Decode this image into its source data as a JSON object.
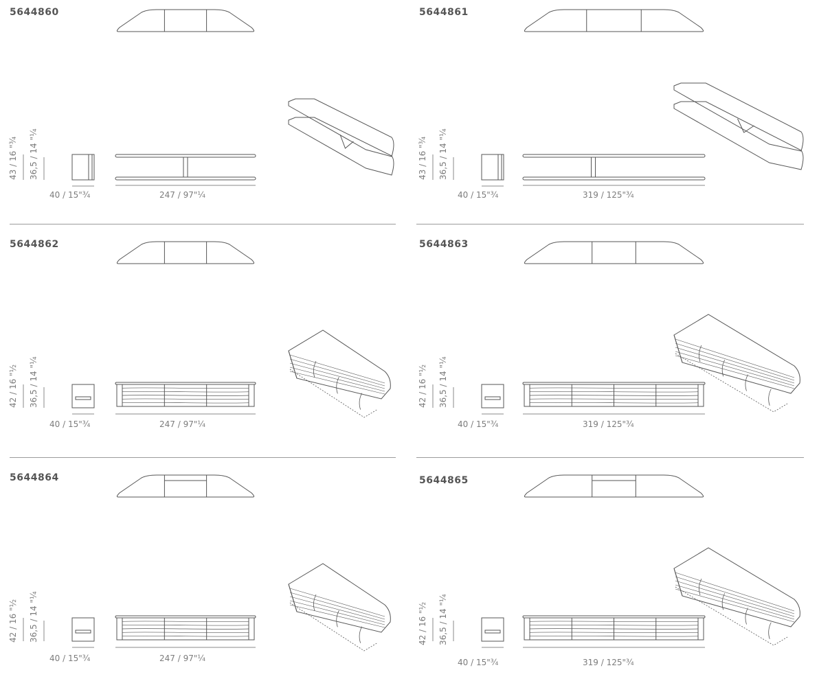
{
  "items": [
    {
      "code": "5644860",
      "height_total": "43 / 16 \"¾",
      "height_inner": "36,5 / 14 \"¼",
      "depth": "40 / 15\"¾",
      "width": "247 / 97\"¼",
      "style": "shelf",
      "modules": 3
    },
    {
      "code": "5644861",
      "height_total": "43 / 16 \"¾",
      "height_inner": "36,5 / 14 \"¼",
      "depth": "40 / 15\"¾",
      "width": "319 / 125\"¾",
      "style": "shelf",
      "modules": 3
    },
    {
      "code": "5644862",
      "height_total": "42 / 16 \"½",
      "height_inner": "36,5 / 14 \"¼",
      "depth": "40 / 15\"¾",
      "width": "247 / 97\"¼",
      "style": "cabinet",
      "modules": 3
    },
    {
      "code": "5644863",
      "height_total": "42 / 16 \"½",
      "height_inner": "36,5 / 14 \"¼",
      "depth": "40 / 15\"¾",
      "width": "319 / 125\"¾",
      "style": "cabinet",
      "modules": 4
    },
    {
      "code": "5644864",
      "height_total": "42 / 16 \"½",
      "height_inner": "36,5 / 14 \"¼",
      "depth": "40 / 15\"¾",
      "width": "247 / 97\"¼",
      "style": "cabinet-open",
      "modules": 3
    },
    {
      "code": "5644865",
      "height_total": "42 / 16 \"½",
      "height_inner": "36,5 / 14 \"¼",
      "depth": "40 / 15\"¾",
      "width": "319 / 125\"¾",
      "style": "cabinet-open",
      "modules": 4
    }
  ]
}
